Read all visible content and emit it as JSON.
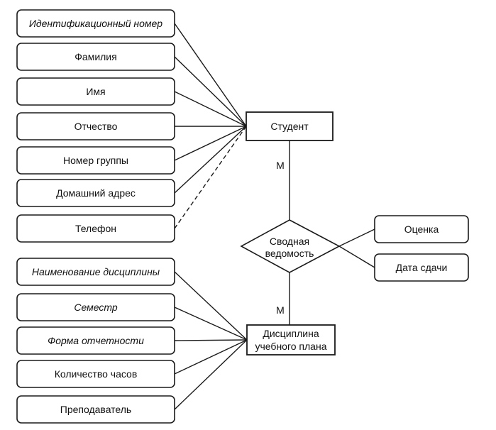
{
  "attributes_student": [
    {
      "label": "Идентификационный номер",
      "key": true
    },
    {
      "label": "Фамилия",
      "key": false
    },
    {
      "label": "Имя",
      "key": false
    },
    {
      "label": "Отчество",
      "key": false
    },
    {
      "label": "Номер группы",
      "key": false
    },
    {
      "label": "Домашний адрес",
      "key": false
    },
    {
      "label": "Телефон",
      "key": false
    }
  ],
  "attributes_discipline": [
    {
      "label": "Наименование дисциплины",
      "key": true
    },
    {
      "label": "Семестр",
      "key": true
    },
    {
      "label": "Форма отчетности",
      "key": true
    },
    {
      "label": "Количество часов",
      "key": false
    },
    {
      "label": "Преподаватель",
      "key": false
    }
  ],
  "entities": {
    "student": "Студент",
    "discipline_line1": "Дисциплина",
    "discipline_line2": "учебного плана"
  },
  "relationship": {
    "line1": "Сводная",
    "line2": "ведомость"
  },
  "relationship_attributes": [
    {
      "label": "Оценка"
    },
    {
      "label": "Дата сдачи"
    }
  ],
  "cardinality": {
    "student_side": "М",
    "discipline_side": "М"
  }
}
